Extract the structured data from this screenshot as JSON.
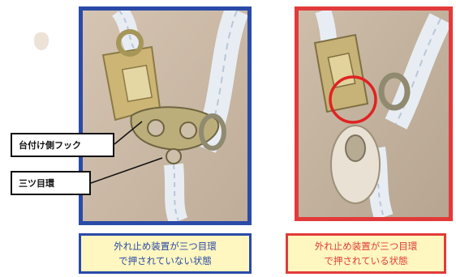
{
  "callouts": {
    "hook_label": "台付け側フック",
    "ring_label": "三ツ目環"
  },
  "captions": {
    "left_line1": "外れ止め装置が三つ目環",
    "left_line2": "で押されていない状態",
    "right_line1": "外れ止め装置が三つ目環",
    "right_line2": "で押されている状態"
  },
  "colors": {
    "left_frame": "#2a4aa8",
    "right_frame": "#e23a3a",
    "caption_background": "#fff7bf",
    "background_wall": "#c9b8a6",
    "rope": "#e9eef5",
    "metal_gold": "#c9b06a",
    "metal_gray": "#a9a9a2"
  }
}
